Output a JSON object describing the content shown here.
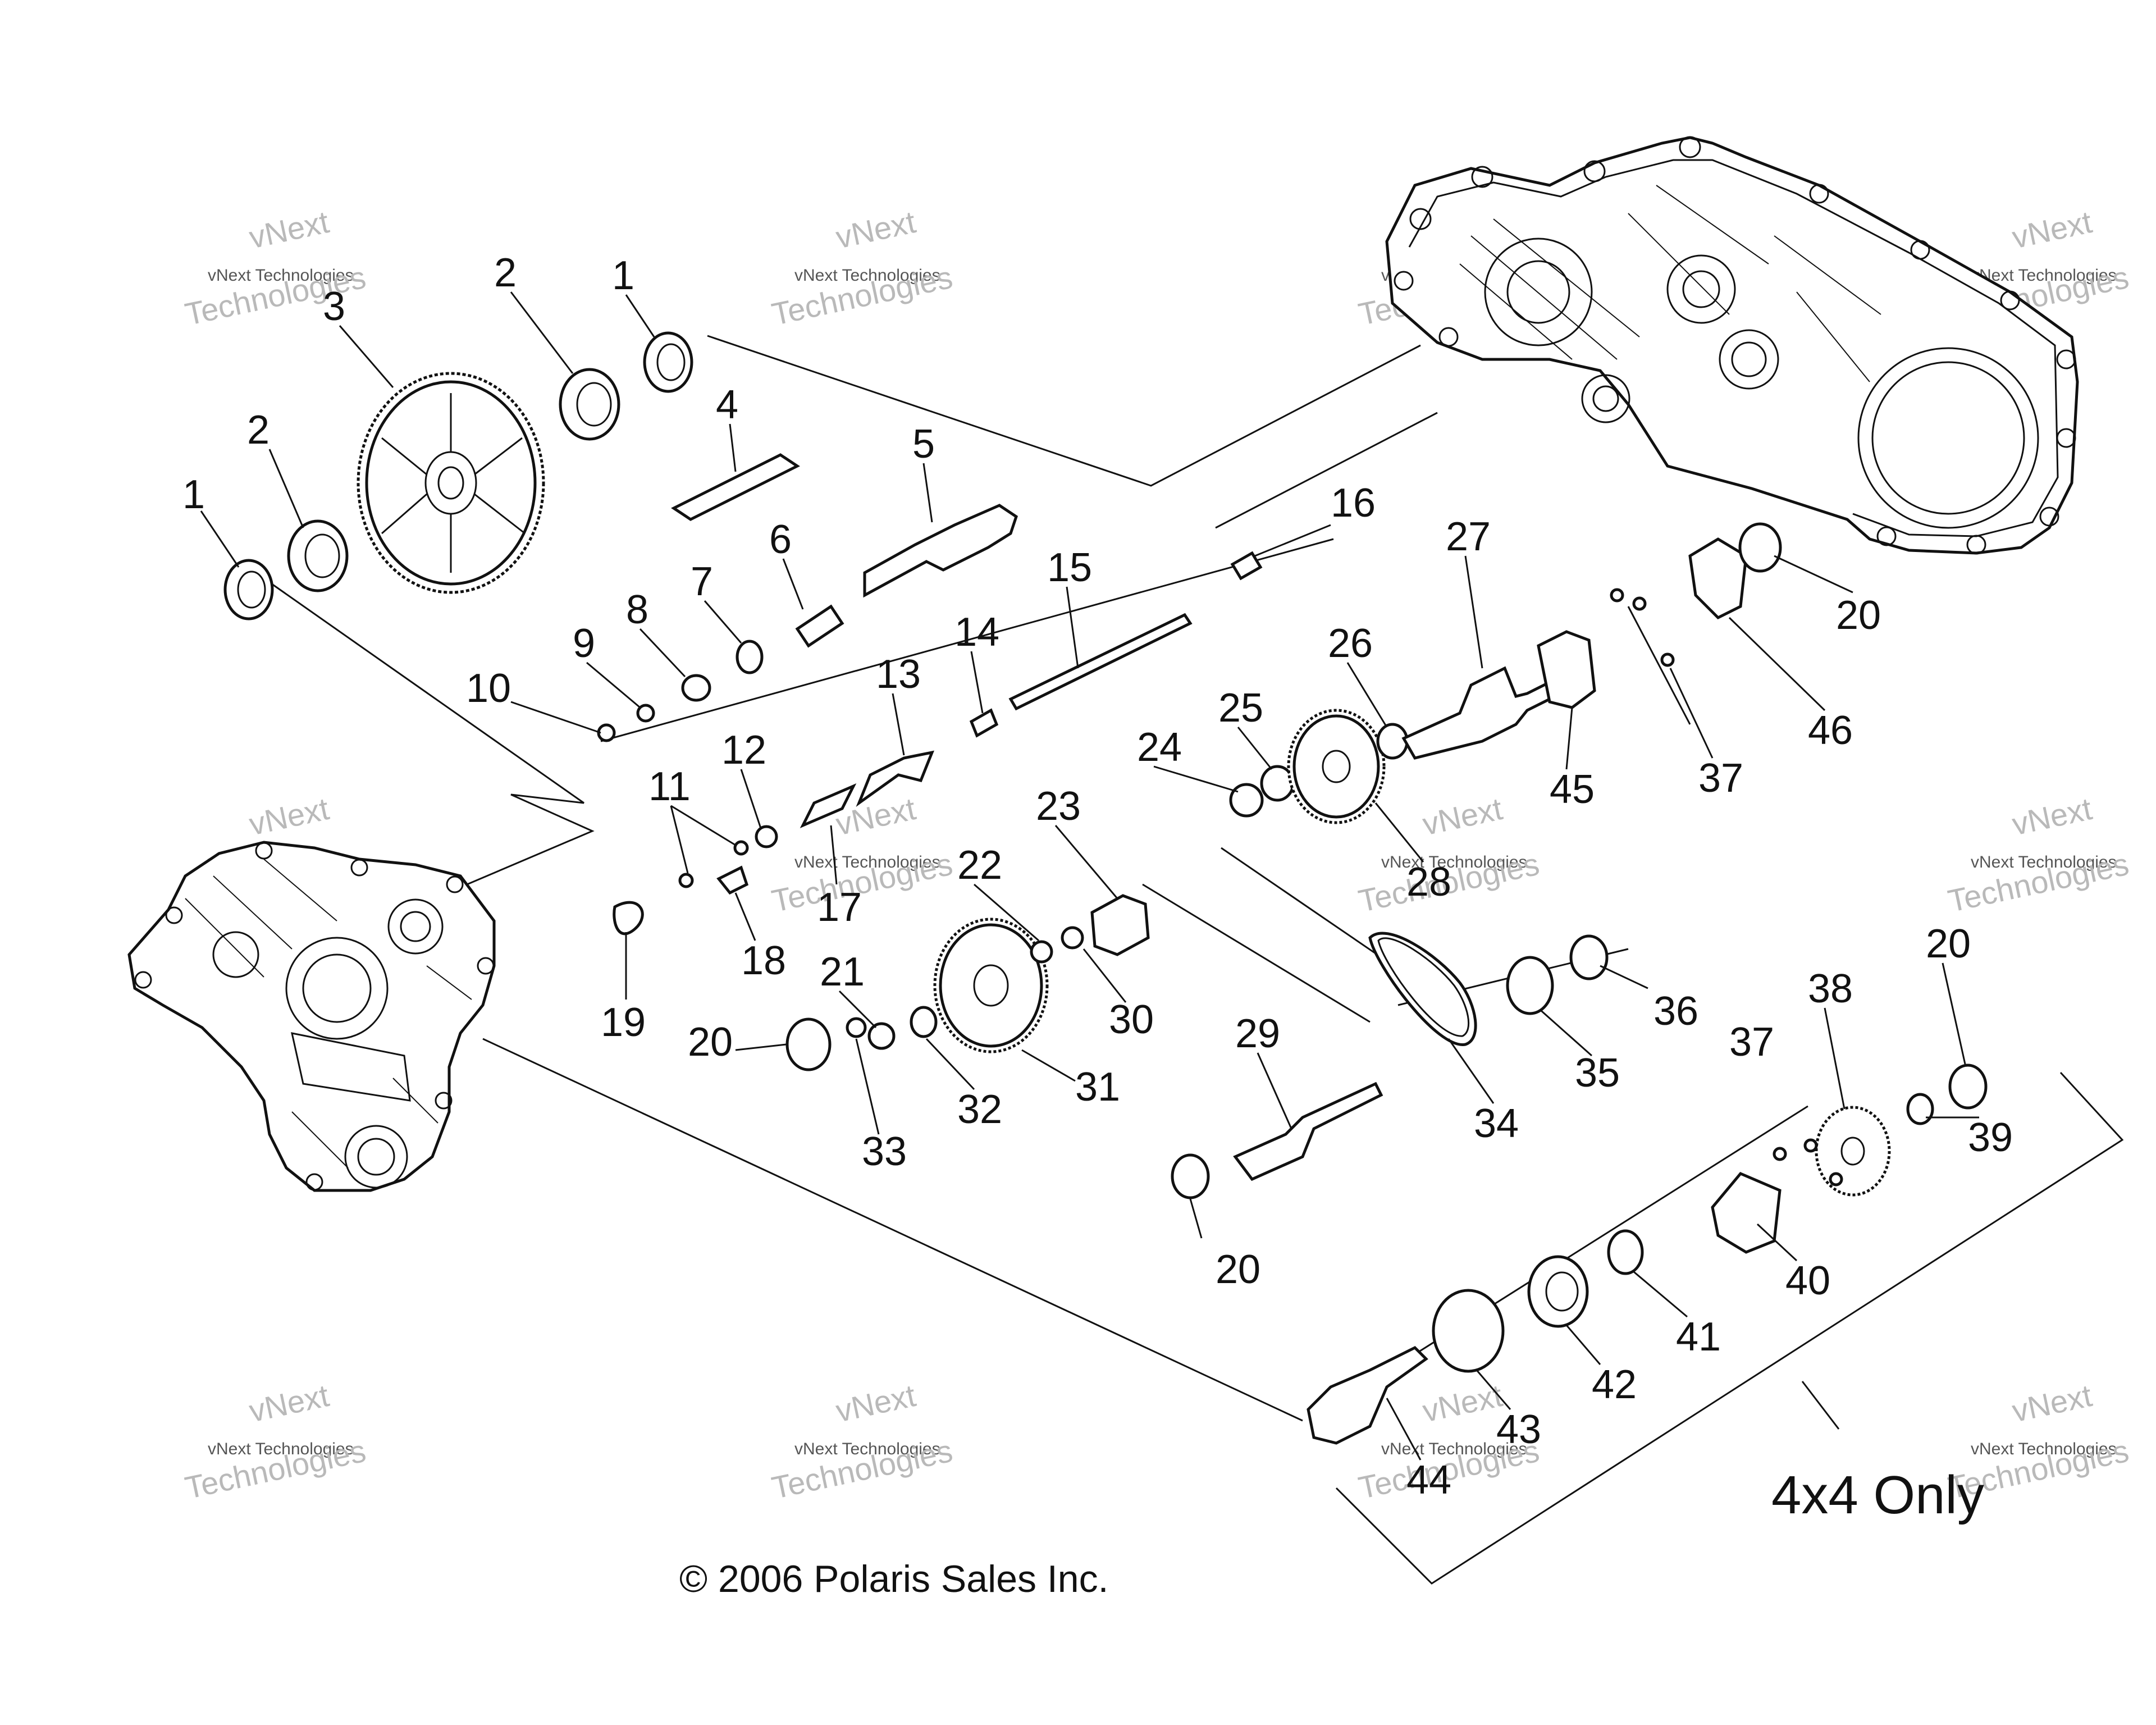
{
  "callouts": {
    "c1a": "1",
    "c1b": "1",
    "c2a": "2",
    "c2b": "2",
    "c3": "3",
    "c4": "4",
    "c5": "5",
    "c6": "6",
    "c7": "7",
    "c8": "8",
    "c9": "9",
    "c10": "10",
    "c11": "11",
    "c12": "12",
    "c13": "13",
    "c14": "14",
    "c15": "15",
    "c16": "16",
    "c17": "17",
    "c18": "18",
    "c19": "19",
    "c20a": "20",
    "c20b": "20",
    "c20c": "20",
    "c20d": "20",
    "c21": "21",
    "c22": "22",
    "c23": "23",
    "c24": "24",
    "c25": "25",
    "c26": "26",
    "c27": "27",
    "c28": "28",
    "c29": "29",
    "c30": "30",
    "c31": "31",
    "c32": "32",
    "c33": "33",
    "c34": "34",
    "c35": "35",
    "c36": "36",
    "c37a": "37",
    "c37b": "37",
    "c38": "38",
    "c39": "39",
    "c40": "40",
    "c41": "41",
    "c42": "42",
    "c43": "43",
    "c44": "44",
    "c45": "45",
    "c46": "46"
  },
  "caption_4x4": "4x4 Only",
  "copyright": "© 2006 Polaris Sales Inc.",
  "watermark": {
    "line1": "vNext",
    "line2": "vNext Technologies",
    "line3": "Technologies"
  }
}
